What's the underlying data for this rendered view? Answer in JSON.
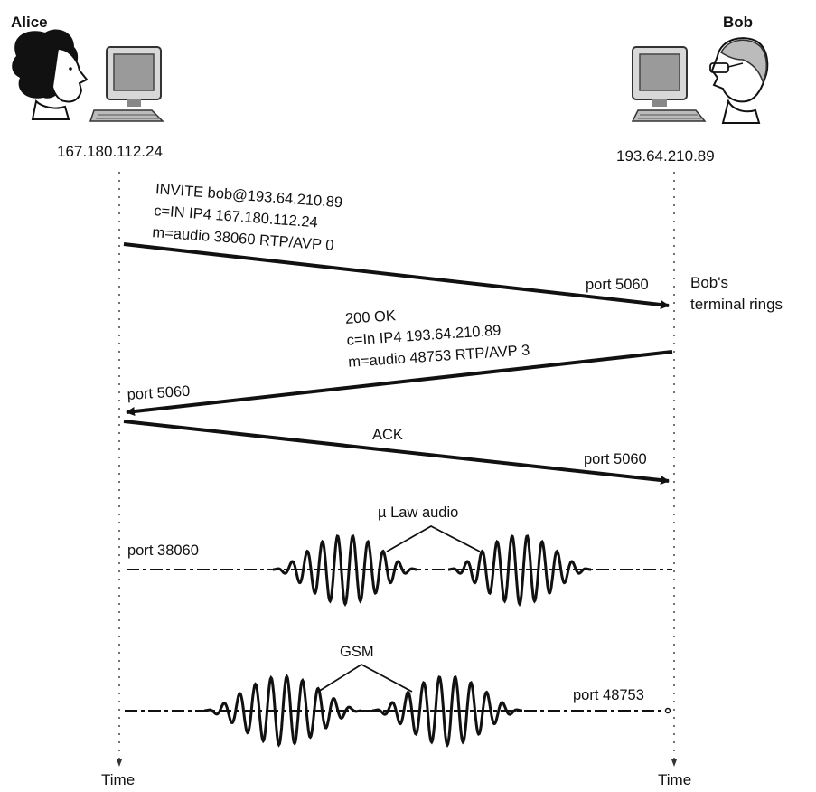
{
  "hosts": {
    "alice": {
      "name": "Alice",
      "ip": "167.180.112.24"
    },
    "bob": {
      "name": "Bob",
      "ip": "193.64.210.89"
    }
  },
  "messages": {
    "invite": {
      "line1": "INVITE bob@193.64.210.89",
      "line2": "c=IN IP4 167.180.112.24",
      "line3": "m=audio 38060 RTP/AVP 0",
      "port": "port 5060"
    },
    "ok": {
      "line1": "200 OK",
      "line2": "c=In IP4 193.64.210.89",
      "line3": "m=audio 48753 RTP/AVP 3",
      "port": "port 5060"
    },
    "ack": {
      "label": "ACK",
      "port": "port 5060"
    }
  },
  "bob_note": {
    "line1": "Bob's",
    "line2": "terminal rings"
  },
  "streams": {
    "mulaw": {
      "label": "µ Law audio",
      "port": "port 38060"
    },
    "gsm": {
      "label": "GSM",
      "port": "port 48753"
    }
  },
  "timeline": {
    "left_label": "Time",
    "right_label": "Time"
  },
  "colors": {
    "ink": "#111111"
  }
}
